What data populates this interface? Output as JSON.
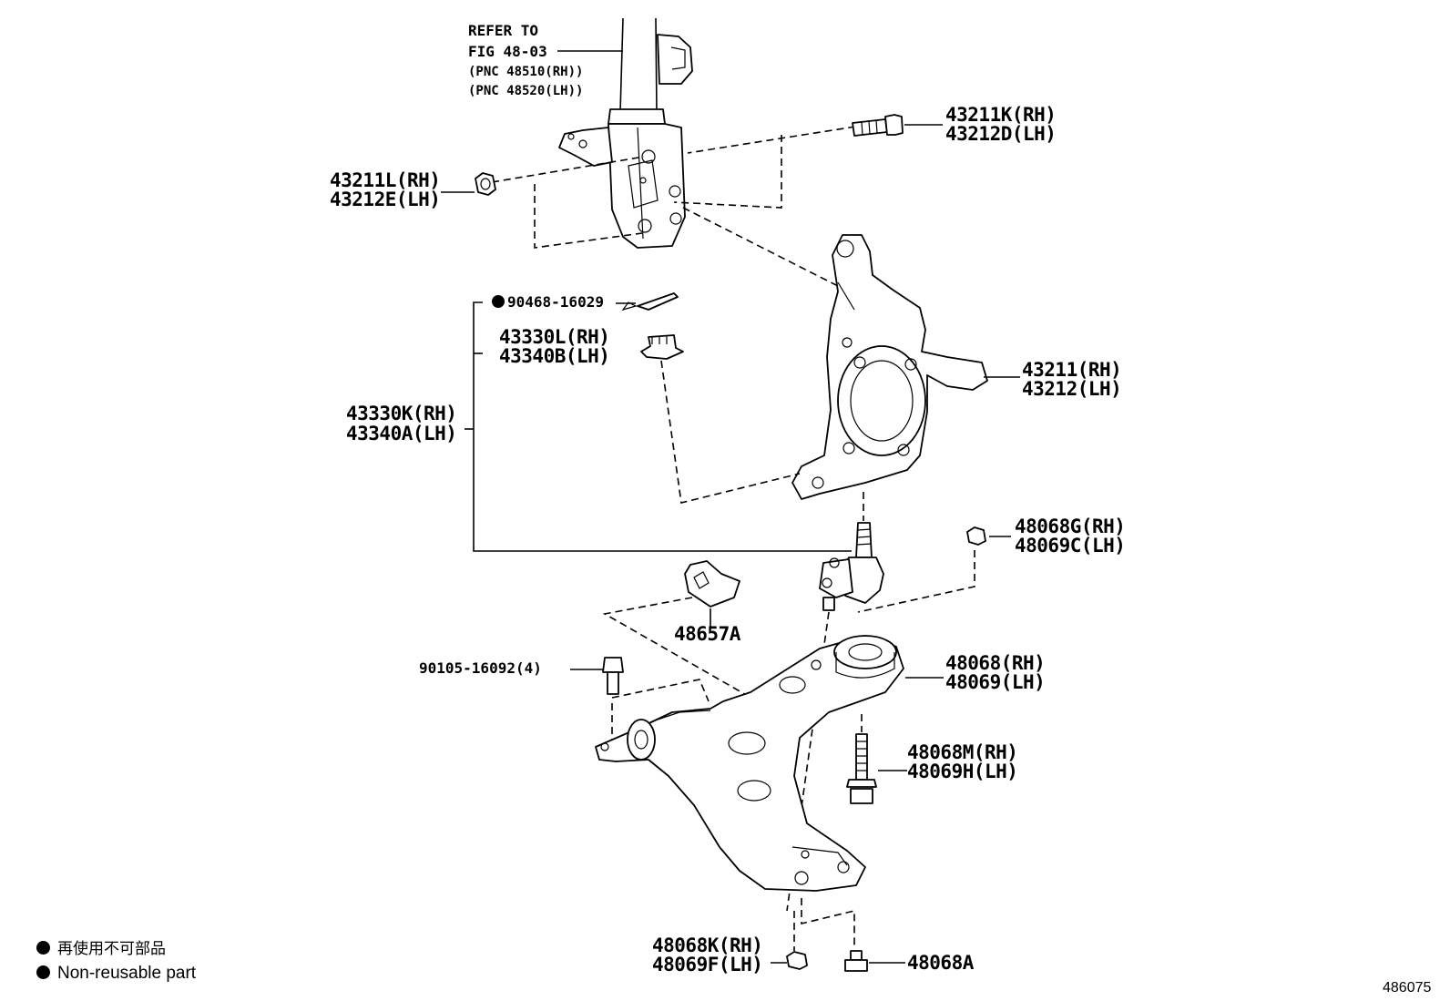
{
  "refer": {
    "line1": "REFER TO",
    "line2": "FIG 48-03",
    "line3": "(PNC 48510(RH))",
    "line4": "(PNC 48520(LH))"
  },
  "callouts": {
    "bolt_upper_rh": "43211K(RH)",
    "bolt_upper_lh": "43212D(LH)",
    "nut_upper_rh": "43211L(RH)",
    "nut_upper_lh": "43212E(LH)",
    "cotter_pin": "90468-16029",
    "castle_nut_rh": "43330L(RH)",
    "castle_nut_lh": "43340B(LH)",
    "ball_joint_rh": "43330K(RH)",
    "ball_joint_lh": "43340A(LH)",
    "knuckle_rh": "43211(RH)",
    "knuckle_lh": "43212(LH)",
    "nut_bj_rh": "48068G(RH)",
    "nut_bj_lh": "48069C(LH)",
    "bracket": "48657A",
    "bolt_front": "90105-16092(4)",
    "arm_rh": "48068(RH)",
    "arm_lh": "48069(LH)",
    "arm_bolt_rh": "48068M(RH)",
    "arm_bolt_lh": "48069H(LH)",
    "arm_nut_rh": "48068K(RH)",
    "arm_nut_lh": "48069F(LH)",
    "arm_bolt_rear": "48068A"
  },
  "legend": {
    "japanese": "再使用不可部品",
    "english": "Non-reusable part"
  },
  "diagram_id": "486075"
}
